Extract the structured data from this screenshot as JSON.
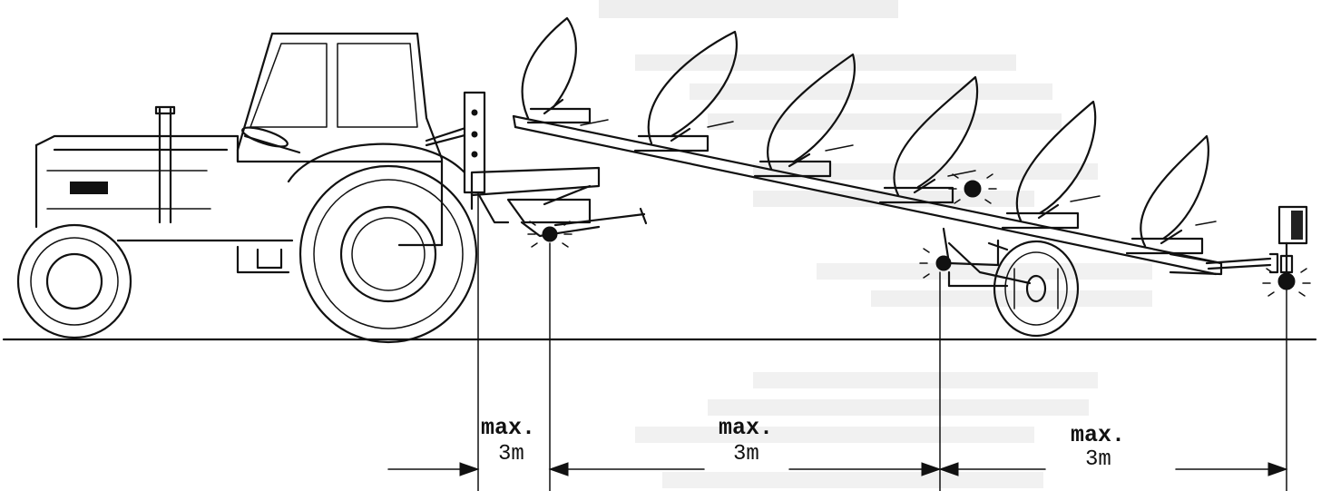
{
  "dimensions": [
    {
      "label": "max.",
      "value": "3m"
    },
    {
      "label": "max.",
      "value": "3m"
    },
    {
      "label": "max.",
      "value": "3m"
    }
  ],
  "colors": {
    "ink": "#111111",
    "ghost_text": "#b9b9b9",
    "background": "#ffffff"
  },
  "icons": [
    "warning-lamp-icon",
    "plough-share-icon",
    "wheel-icon",
    "arrow-icon"
  ]
}
